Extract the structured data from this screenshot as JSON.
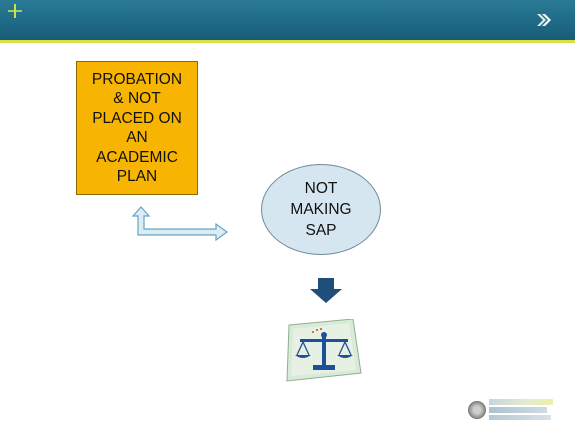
{
  "diagram": {
    "probation_box": {
      "text": "PROBATION\n& NOT\nPLACED ON\nAN\nACADEMIC\nPLAN"
    },
    "not_making_sap": {
      "text": "NOT\nMAKING\nSAP"
    }
  },
  "colors": {
    "header": "#1f6a86",
    "header_accent": "#d4e34a",
    "probation_fill": "#f7b400",
    "ellipse_fill": "#d6e6f0",
    "down_arrow": "#1f4e7a",
    "connector_fill": "#dcecf4"
  },
  "icons": {
    "header_arrow": "double-chevron-right-icon",
    "connector": "left-right-up-arrow-icon",
    "down_arrow": "down-arrow-icon",
    "scales": "balance-scales-icon",
    "logo": "federal-student-aid-logo"
  }
}
